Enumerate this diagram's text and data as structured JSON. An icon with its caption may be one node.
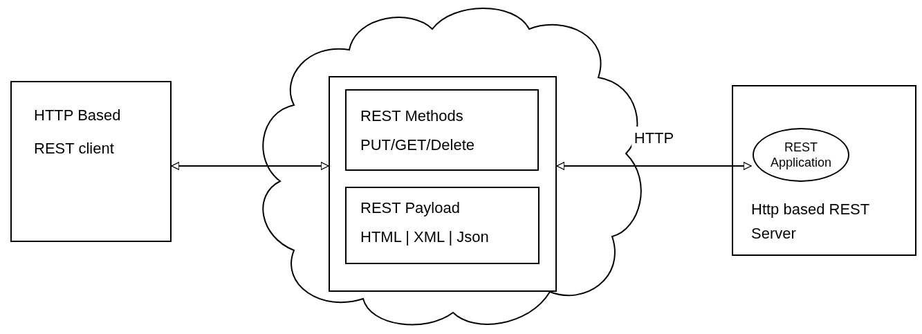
{
  "diagram": {
    "nodes": [
      {
        "text": [
          "HTTP Based REST client"
        ]
      },
      {
        "text": [],
        "shape": "cloud"
      },
      {
        "text": [],
        "shape": "box",
        "in": 1
      },
      {
        "text": [
          "REST Methods",
          "PUT/GET/Delete"
        ],
        "in": 2
      },
      {
        "text": [
          "REST Payload",
          "HTML | XML | Json"
        ],
        "in": 2
      },
      {
        "text": [
          "Http based REST Server"
        ]
      },
      {
        "text": [
          "REST Application"
        ],
        "in": 5
      }
    ],
    "edges": [
      {
        "from": 0,
        "to": 2,
        "arrow": "both"
      },
      {
        "from": 2,
        "to": 6,
        "arrow": "both",
        "label": "HTTP"
      }
    ]
  }
}
